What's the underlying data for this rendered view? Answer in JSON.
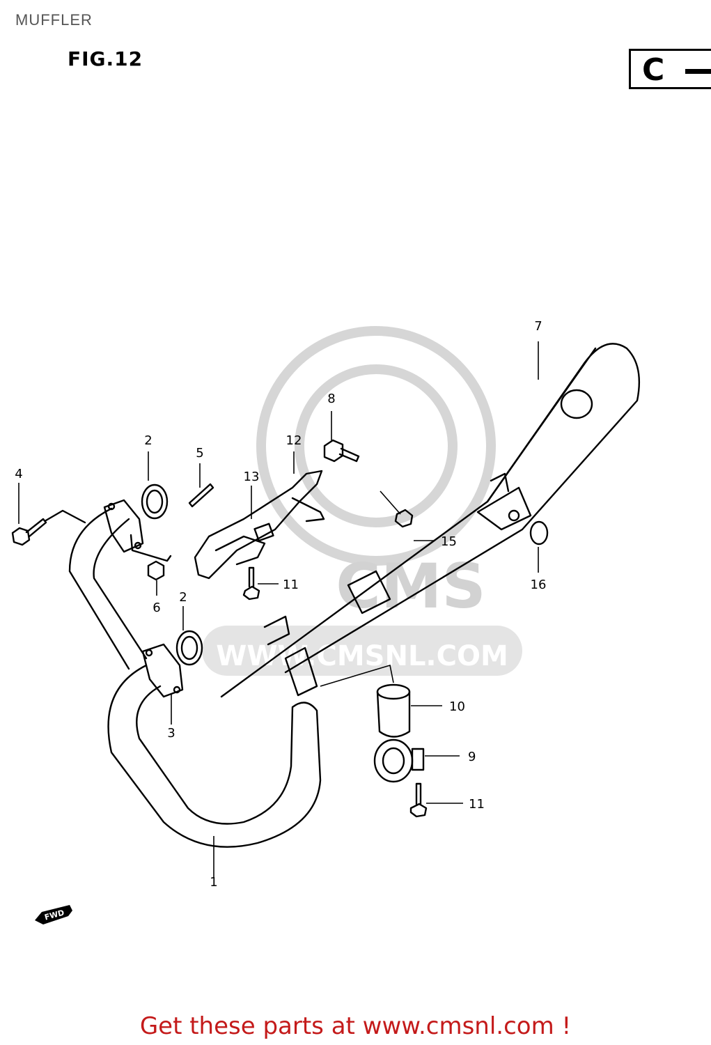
{
  "header": {
    "title": "MUFFLER"
  },
  "figure": {
    "label": "FIG.12",
    "code": "C"
  },
  "callouts": [
    "1",
    "2",
    "2",
    "3",
    "4",
    "5",
    "6",
    "7",
    "8",
    "9",
    "10",
    "11",
    "11",
    "12",
    "13",
    "15",
    "16"
  ],
  "watermark": {
    "brand": "CMS",
    "site": "WWW.CMSNL.COM"
  },
  "fwd_icon": {
    "text": "FWD"
  },
  "footer": {
    "link_text": "Get these parts at www.cmsnl.com !"
  }
}
